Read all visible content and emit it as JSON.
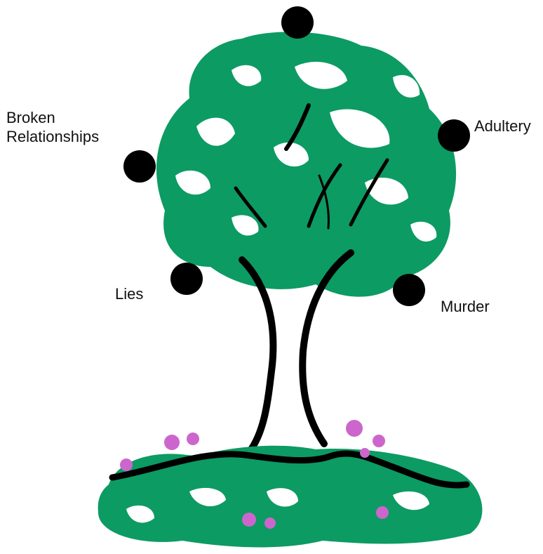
{
  "labels": {
    "broken_line1": "Broken",
    "broken_line2": "Relationships",
    "adultery": "Adultery",
    "lies": "Lies",
    "murder": "Murder"
  },
  "colors": {
    "foliage": "#0c9b63",
    "trunk": "#000000",
    "flowers": "#cc66cc",
    "dots": "#000000",
    "background": "#ffffff"
  }
}
